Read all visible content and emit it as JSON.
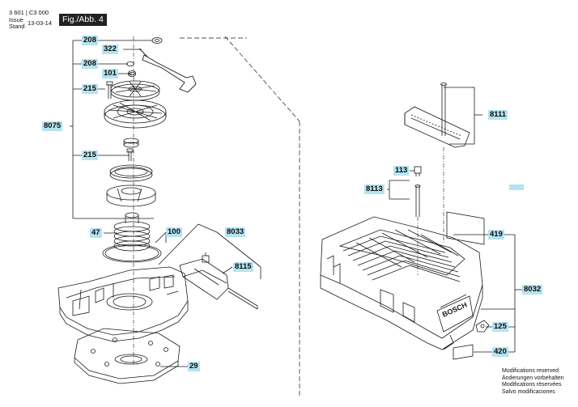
{
  "header": {
    "part_number": "3 601 | C3 000",
    "issue_label": "Issue",
    "stand_label": "Stand",
    "date": "13-03-14",
    "figure_label": "Fig./Abb. 4"
  },
  "callouts": {
    "c208a": "208",
    "c322": "322",
    "c208b": "208",
    "c101": "101",
    "c215a": "215",
    "c8075": "8075",
    "c215b": "215",
    "c47": "47",
    "c100": "100",
    "c8033": "8033",
    "c8115": "8115",
    "c29": "29",
    "c8111": "8111",
    "c113": "113",
    "c8113": "8113",
    "c419": "419",
    "c8032": "8032",
    "c125": "125",
    "c420": "420"
  },
  "footer": {
    "line1": "Modifications reserved",
    "line2": "Änderungen vorbehalten",
    "line3": "Modifications réservées",
    "line4": "Salvo modificaciones"
  },
  "colors": {
    "label_bg": "#b5e3f0",
    "ink": "#1a1a1a",
    "figure_badge_bg": "#222222"
  }
}
